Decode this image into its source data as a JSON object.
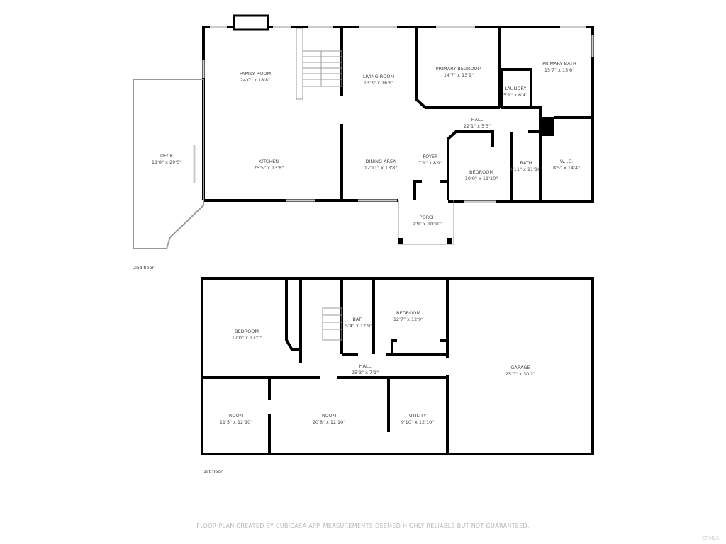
{
  "floors": [
    {
      "label": "2nd floor",
      "rooms": [
        {
          "name": "FAMILY ROOM",
          "size": "24'0\" x 18'8\""
        },
        {
          "name": "LIVING ROOM",
          "size": "13'3\" x 16'6\""
        },
        {
          "name": "PRIMARY BEDROOM",
          "size": "14'7\" x 13'9\""
        },
        {
          "name": "PRIMARY BATH",
          "size": "15'7\" x 15'6\""
        },
        {
          "name": "LAUNDRY",
          "size": "5'1\" x 6'4\""
        },
        {
          "name": "HALL",
          "size": "22'1\" x 5'3\""
        },
        {
          "name": "DECK",
          "size": "11'8\" x 29'6\""
        },
        {
          "name": "KITCHEN",
          "size": "25'5\" x 13'8\""
        },
        {
          "name": "DINING AREA",
          "size": "12'11\" x 13'8\""
        },
        {
          "name": "FOYER",
          "size": "7'1\" x 8'9\""
        },
        {
          "name": "BEDROOM",
          "size": "10'9\" x 11'10\""
        },
        {
          "name": "BATH",
          "size": "4'11\" x 11'10\""
        },
        {
          "name": "W.I.C.",
          "size": "8'5\" x 14'4\""
        },
        {
          "name": "PORCH",
          "size": "9'9\" x 10'10\""
        }
      ]
    },
    {
      "label": "1st floor",
      "rooms": [
        {
          "name": "BEDROOM",
          "size": "17'0\" x 17'0\""
        },
        {
          "name": "BATH",
          "size": "5'4\" x 12'9\""
        },
        {
          "name": "BEDROOM",
          "size": "12'7\" x 12'9\""
        },
        {
          "name": "HALL",
          "size": "25'3\" x 7'1\""
        },
        {
          "name": "GARAGE",
          "size": "25'0\" x 30'2\""
        },
        {
          "name": "ROOM",
          "size": "11'5\" x 12'10\""
        },
        {
          "name": "ROOM",
          "size": "20'8\" x 12'10\""
        },
        {
          "name": "UTILITY",
          "size": "9'10\" x 12'10\""
        }
      ]
    }
  ],
  "footer": "FLOOR PLAN CREATED BY CUBICASA APP. MEASUREMENTS DEEMED HIGHLY RELIABLE BUT NOT GUARANTEED.",
  "watermark": "CRMLS",
  "colors": {
    "wall": "#000000",
    "window": "#cccccc",
    "text": "#444444"
  }
}
